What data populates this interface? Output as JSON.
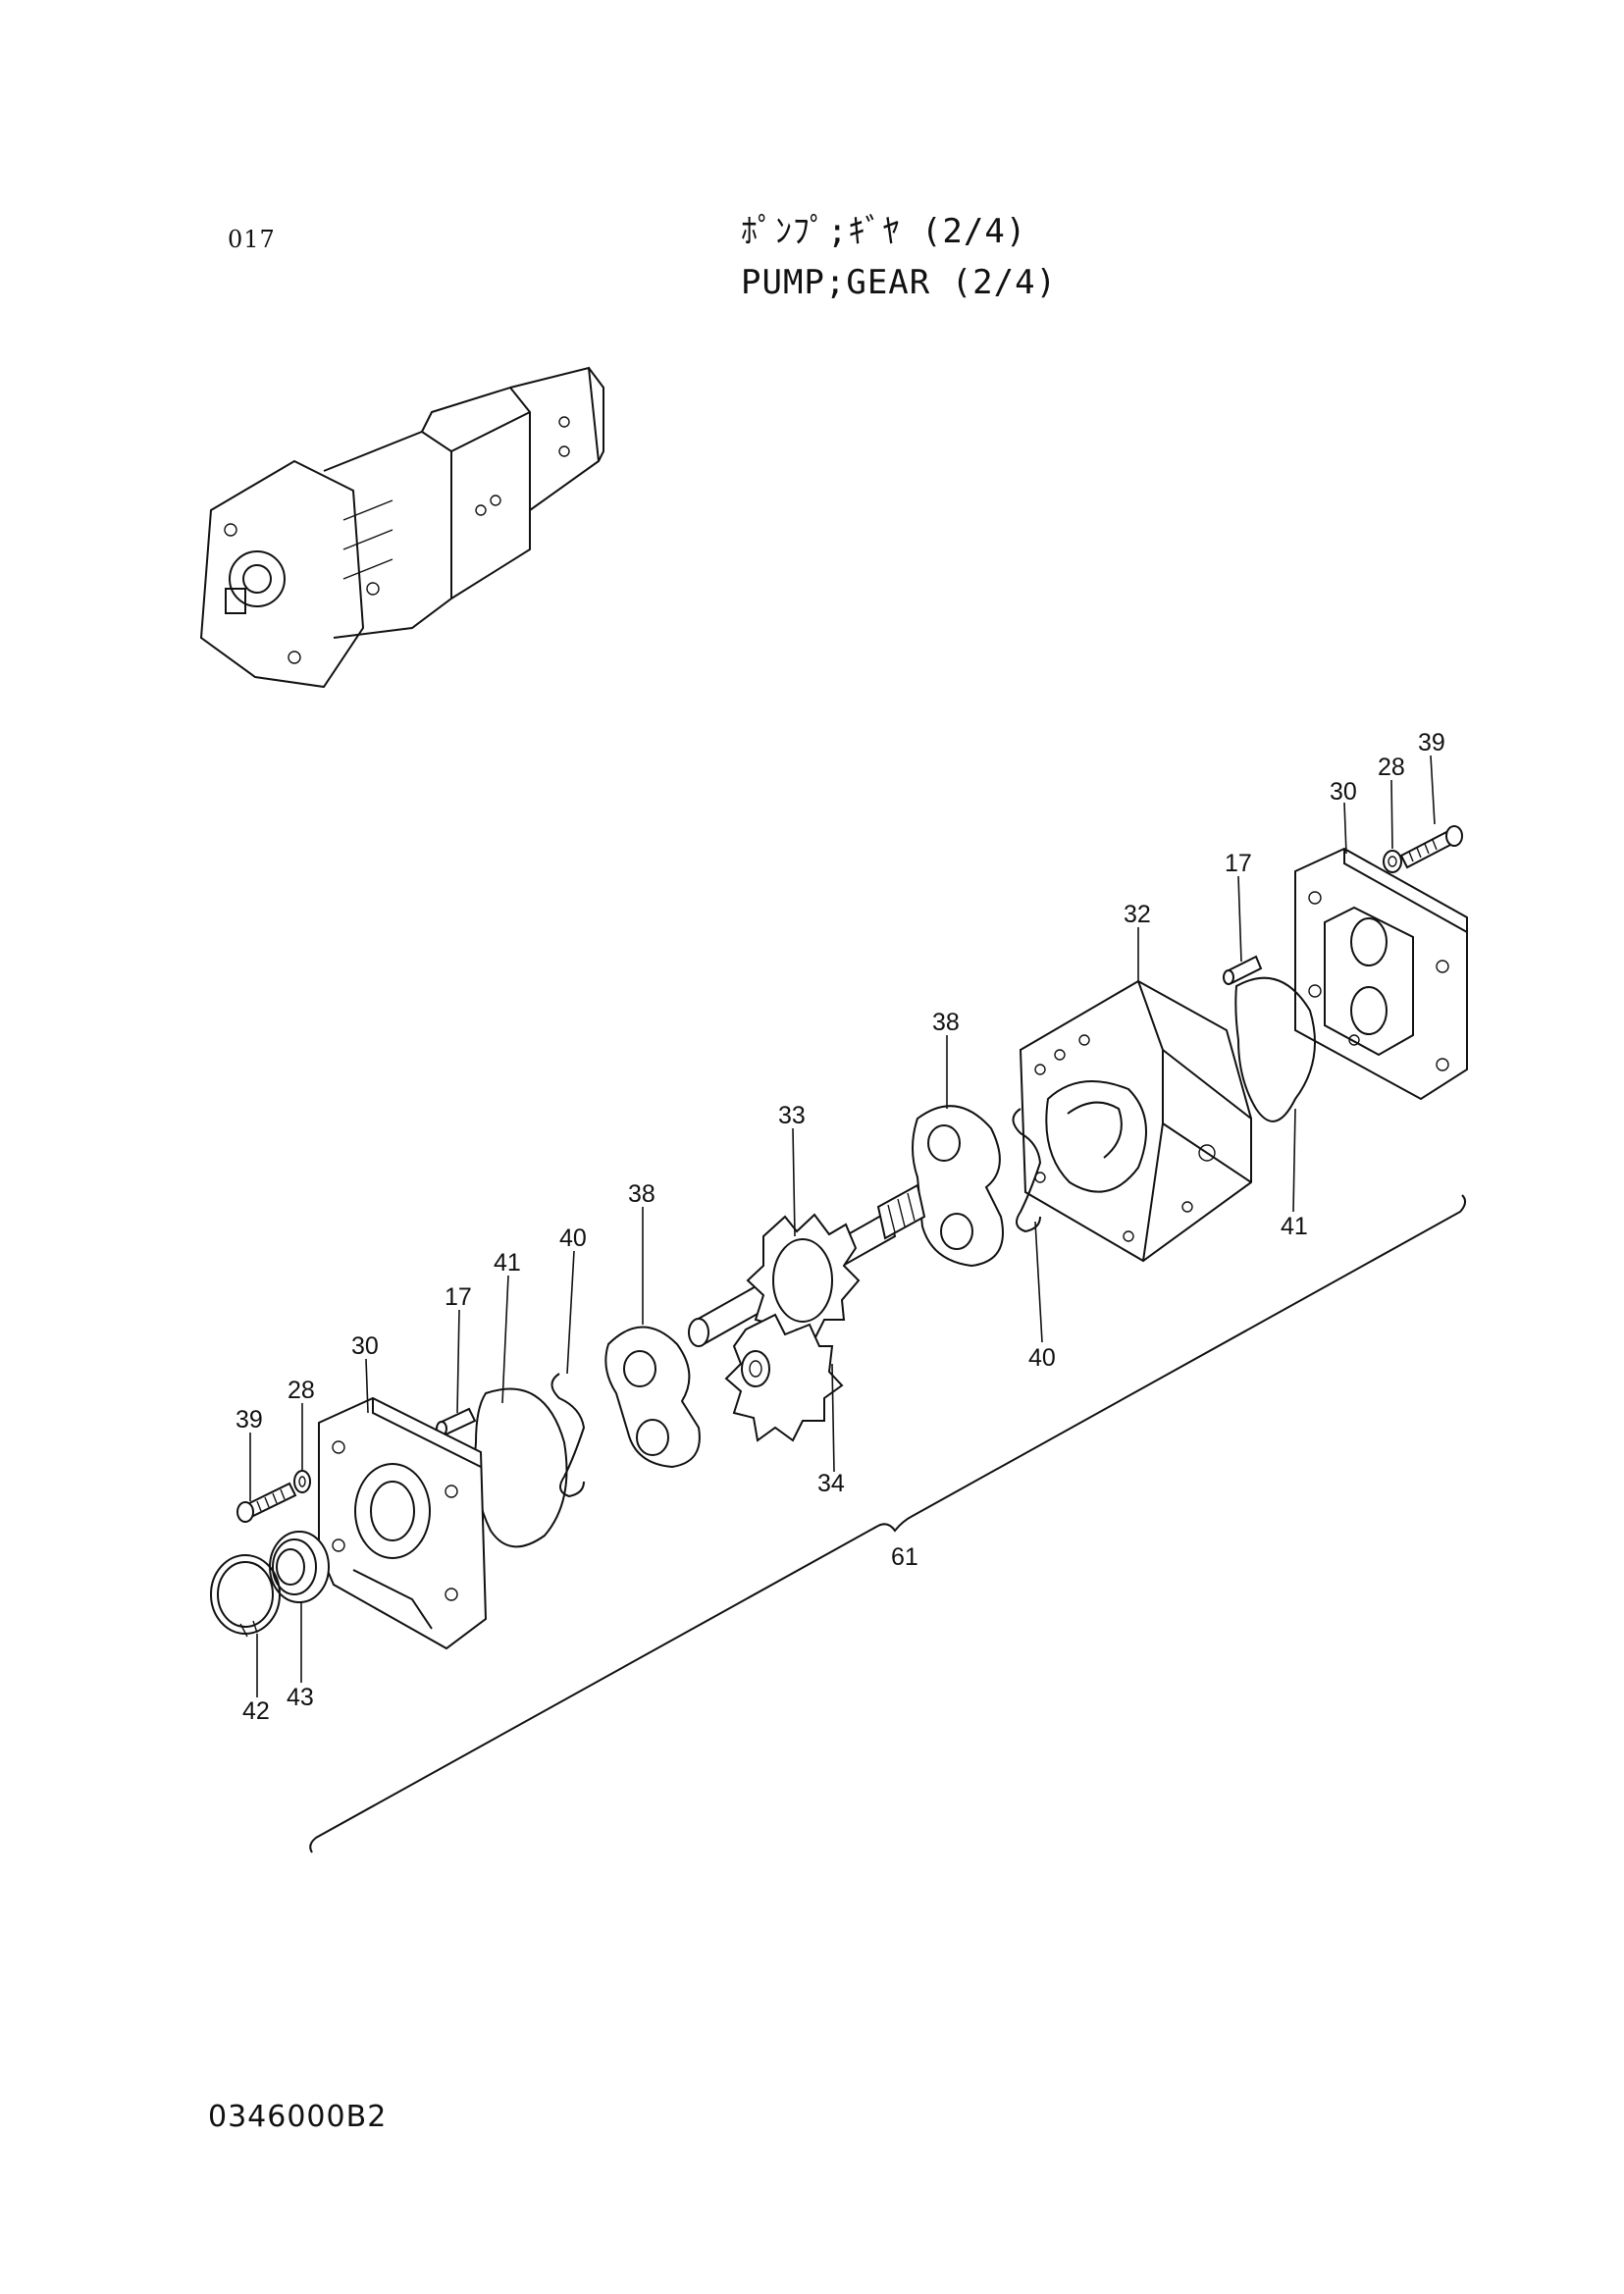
{
  "header": {
    "page_number": "017",
    "title_jp": "ﾎﾟﾝﾌﾟ;ｷﾞﾔ (2/4)",
    "title_en": "PUMP;GEAR (2/4)"
  },
  "footer": {
    "doc_code": "0346000B2"
  },
  "callouts": {
    "c39r": "39",
    "c28r": "28",
    "c30r": "30",
    "c17r": "17",
    "c32": "32",
    "c38r": "38",
    "c33": "33",
    "c41r": "41",
    "c40r": "40",
    "c38l": "38",
    "c40l": "40",
    "c41l": "41",
    "c17l": "17",
    "c30l": "30",
    "c28l": "28",
    "c39l": "39",
    "c34": "34",
    "c61": "61",
    "c42": "42",
    "c43": "43"
  }
}
